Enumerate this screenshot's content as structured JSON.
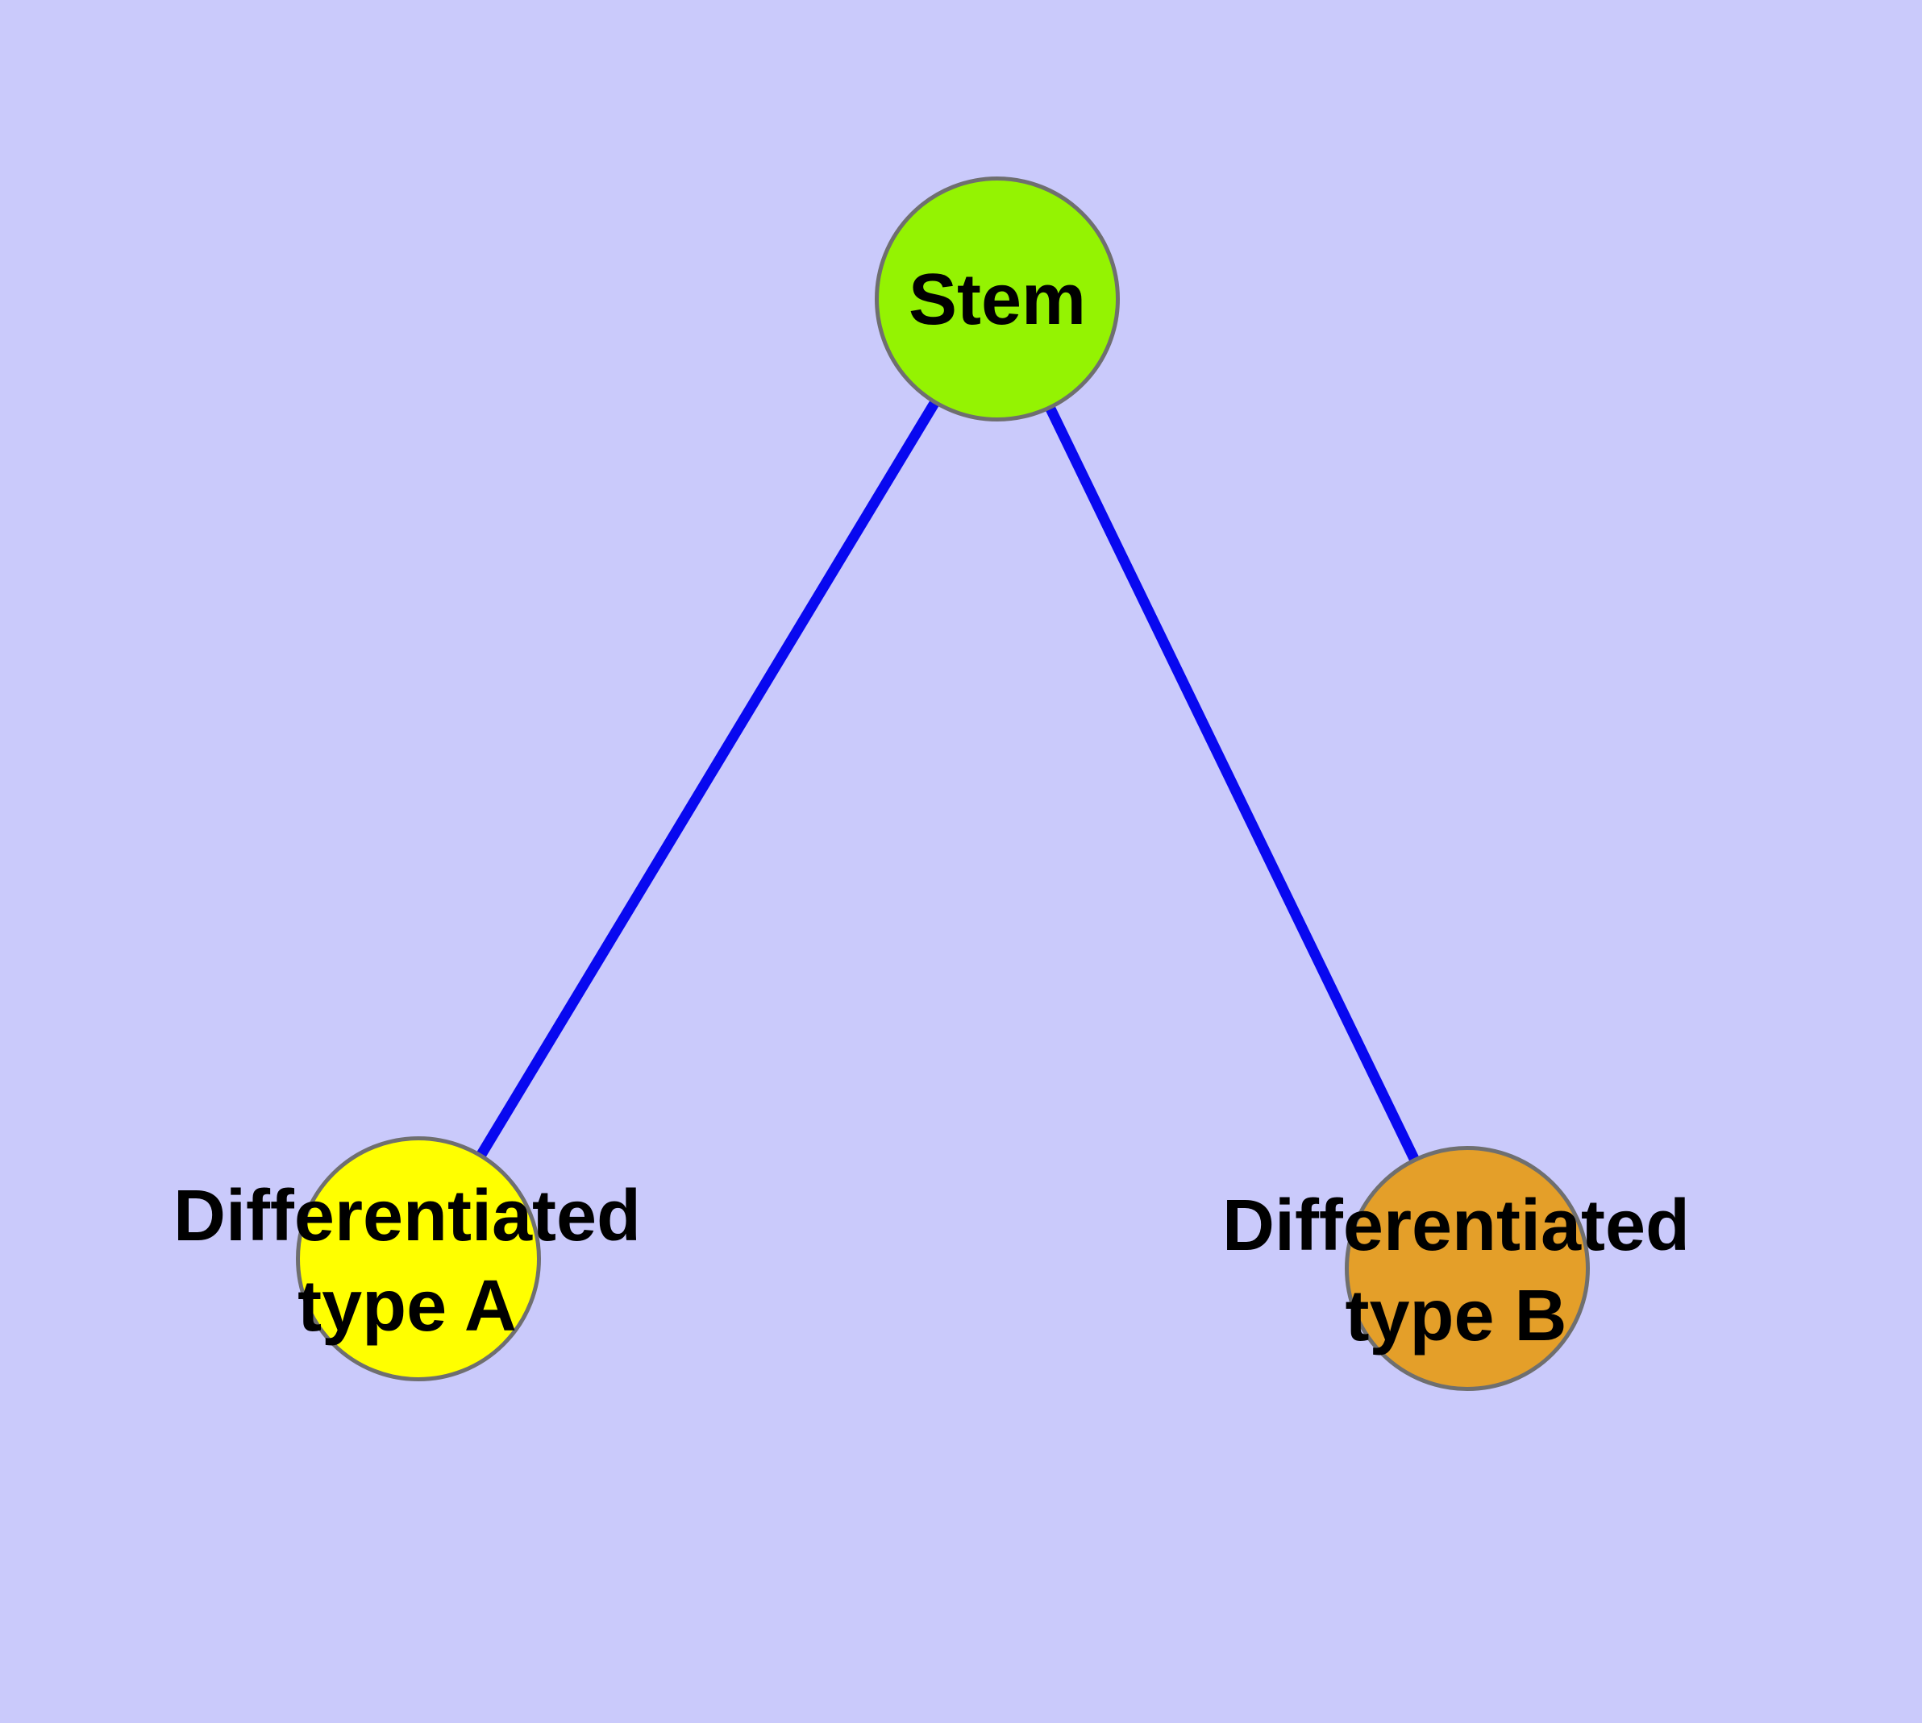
{
  "diagram": {
    "type": "graph",
    "background_color": "#cacafb",
    "edge_color": "#0808f0",
    "node_border_color": "#6f6f6f",
    "label_color": "#000000",
    "nodes": [
      {
        "id": "stem",
        "label": "Stem",
        "fill_color": "#94f302"
      },
      {
        "id": "type-a",
        "label": "Differentiated\ntype A",
        "fill_color": "#ffff00"
      },
      {
        "id": "type-b",
        "label": "Differentiated\ntype B",
        "fill_color": "#e49f29"
      }
    ],
    "edges": [
      {
        "source": "Stem",
        "target": "Differentiated type A"
      },
      {
        "source": "Stem",
        "target": "Differentiated type B"
      }
    ]
  }
}
